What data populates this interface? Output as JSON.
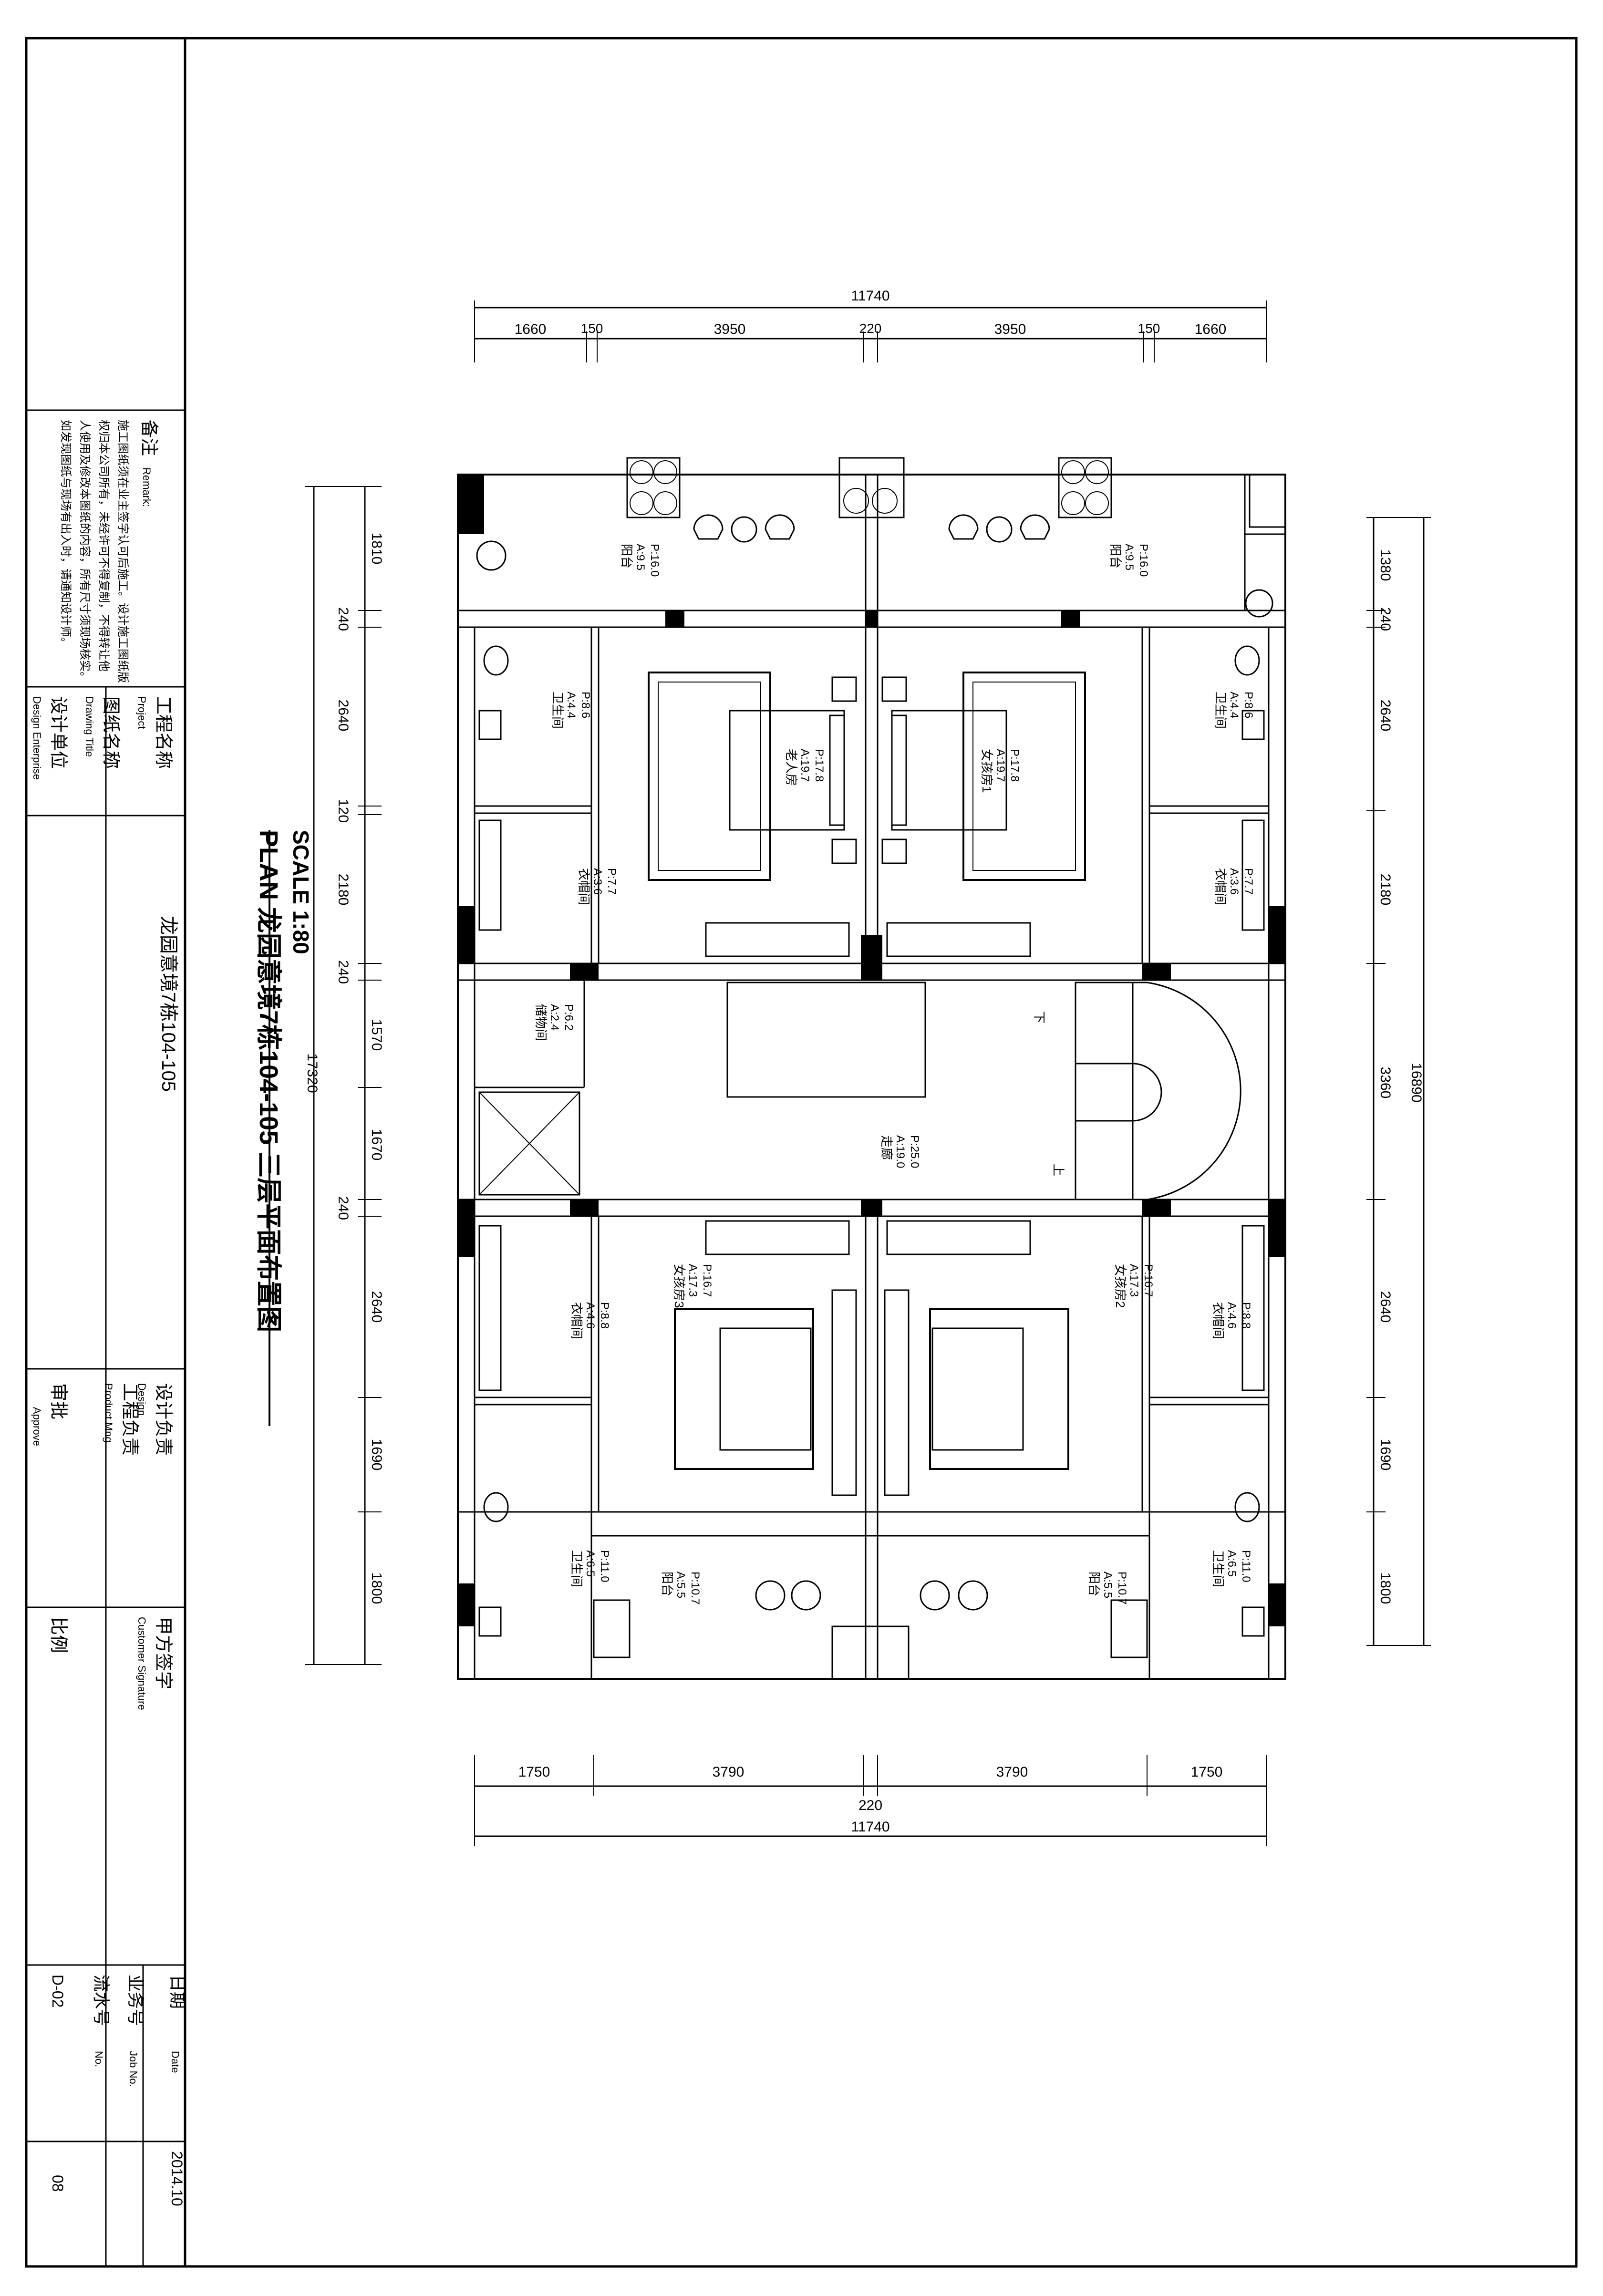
{
  "title_block": {
    "remarks": "备注",
    "remarks_en": "Remark:",
    "remark_lines": [
      "施工图纸须在业主签字认可后施工。设计施工图纸版",
      "权归本公司所有，未经许可不得复制，不得转让他",
      "人使用及修改本图纸的内容，所有尺寸须现场核实。",
      "如发现图纸与现场有出入时，请通知设计师。"
    ],
    "project_label": "工程名称",
    "project_label_en": "Project",
    "project_name": "龙园意境7栋104-105",
    "drawing_label": "图纸名称",
    "drawing_label_en": "Drawing Title",
    "design_company": "设计单位",
    "design_company_en": "Design Enterprise",
    "designer": "设计负责",
    "designer_en": "Design",
    "engineer": "工程负责",
    "engineer_en": "Product Mng",
    "approve": "审批",
    "approve_en": "Approve",
    "client_sign": "甲方签字",
    "client_sign_en": "Customer Signature",
    "scale_label": "比例",
    "date_label": "日期",
    "date_label_en": "Date",
    "date": "2014.10",
    "job_label": "业务号",
    "job_label_en": "Job No.",
    "serial_label": "流水号",
    "serial_label_en": "No.",
    "drawing_no": "D-02",
    "serial": "08"
  },
  "plan": {
    "title": "PLAN  龙园意境7栋104-105 三层平面布置图",
    "scale": "SCALE 1:80"
  },
  "dimensions": {
    "top_total": "11740",
    "top": [
      "1660",
      "150",
      "3950",
      "220",
      "3950",
      "150",
      "1660"
    ],
    "bottom": [
      "1750",
      "3790",
      "3790",
      "1750"
    ],
    "bottom_mid": "220",
    "bottom_total": "11740",
    "left": [
      "1810",
      "240",
      "2640",
      "120",
      "2180",
      "240",
      "1570",
      "1670",
      "240",
      "2640",
      "1690",
      "1800"
    ],
    "left_total": "17320",
    "right": [
      "1380",
      "240",
      "2640",
      "2180",
      "3360",
      "2640",
      "1690",
      "1800"
    ],
    "right_total": "16890"
  },
  "rooms": [
    {
      "name": "阳台",
      "area": "A:9.5",
      "perimeter": "P:16.0"
    },
    {
      "name": "阳台",
      "area": "A:9.5",
      "perimeter": "P:16.0"
    },
    {
      "name": "卫生间",
      "area": "A:4.4",
      "perimeter": "P:8.6"
    },
    {
      "name": "卫生间",
      "area": "A:4.4",
      "perimeter": "P:8.6"
    },
    {
      "name": "老人房",
      "area": "A:19.7",
      "perimeter": "P:17.8"
    },
    {
      "name": "女孩房1",
      "area": "A:19.7",
      "perimeter": "P:17.8"
    },
    {
      "name": "衣帽间",
      "area": "A:3.6",
      "perimeter": "P:7.7"
    },
    {
      "name": "衣帽间",
      "area": "A:3.6",
      "perimeter": "P:7.7"
    },
    {
      "name": "储物间",
      "area": "A:2.4",
      "perimeter": "P:6.2"
    },
    {
      "name": "走廊",
      "area": "A:19.0",
      "perimeter": "P:25.0"
    },
    {
      "name": "女孩房3",
      "area": "A:17.3",
      "perimeter": "P:16.7"
    },
    {
      "name": "女孩房2",
      "area": "A:17.3",
      "perimeter": "P:16.7"
    },
    {
      "name": "衣帽间",
      "area": "A:4.6",
      "perimeter": "P:8.8"
    },
    {
      "name": "衣帽间",
      "area": "A:4.6",
      "perimeter": "P:8.8"
    },
    {
      "name": "卫生间",
      "area": "A:6.5",
      "perimeter": "P:11.0"
    },
    {
      "name": "卫生间",
      "area": "A:6.5",
      "perimeter": "P:11.0"
    },
    {
      "name": "阳台",
      "area": "A:5.5",
      "perimeter": "P:10.7"
    },
    {
      "name": "阳台",
      "area": "A:5.5",
      "perimeter": "P:10.7"
    }
  ],
  "stair": {
    "up": "上",
    "down": "下"
  }
}
